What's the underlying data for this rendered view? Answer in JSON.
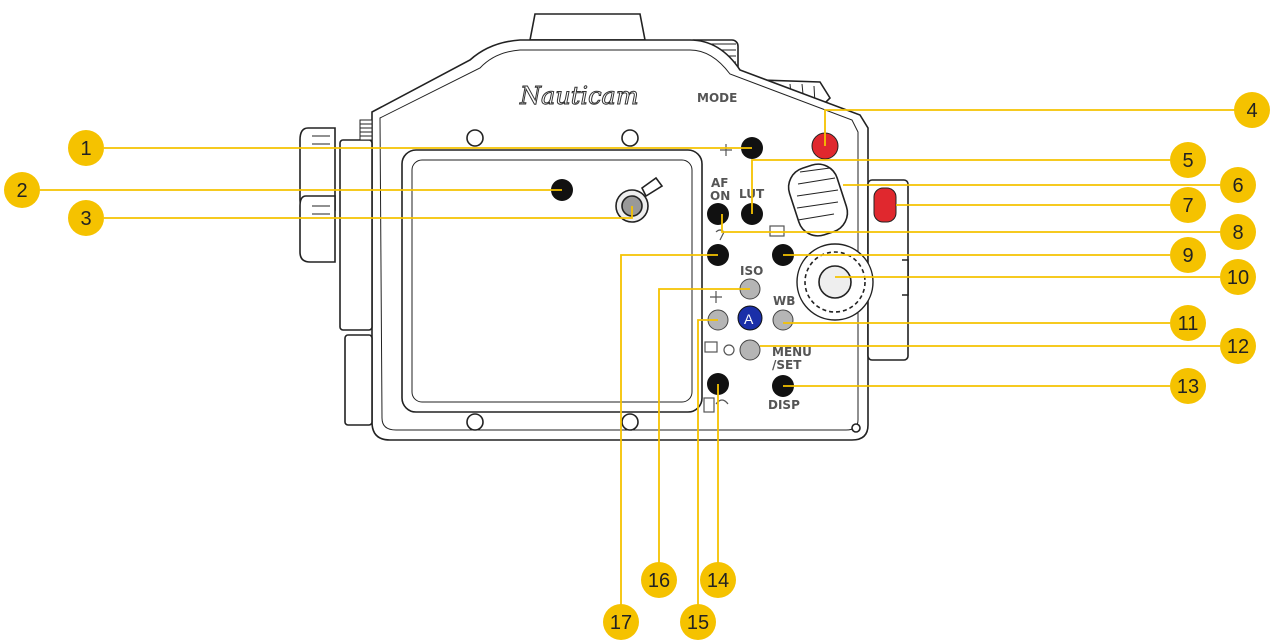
{
  "brand": "Nauticam",
  "housing_labels": {
    "mode": "MODE",
    "af_on": "AF\nON",
    "lut": "LUT",
    "iso": "ISO",
    "wb": "WB",
    "menu_set": "MENU\n/SET",
    "disp": "DISP",
    "a_button": "A"
  },
  "colors": {
    "callout": "#F5C200",
    "callout_line": "#F5C200",
    "red_button": "#E0282E",
    "blue_button": "#1A2FA8",
    "black_button": "#111111",
    "grey_button": "#B5B5B5"
  },
  "callouts": [
    "1",
    "2",
    "3",
    "4",
    "5",
    "6",
    "7",
    "8",
    "9",
    "10",
    "11",
    "12",
    "13",
    "14",
    "15",
    "16",
    "17"
  ]
}
